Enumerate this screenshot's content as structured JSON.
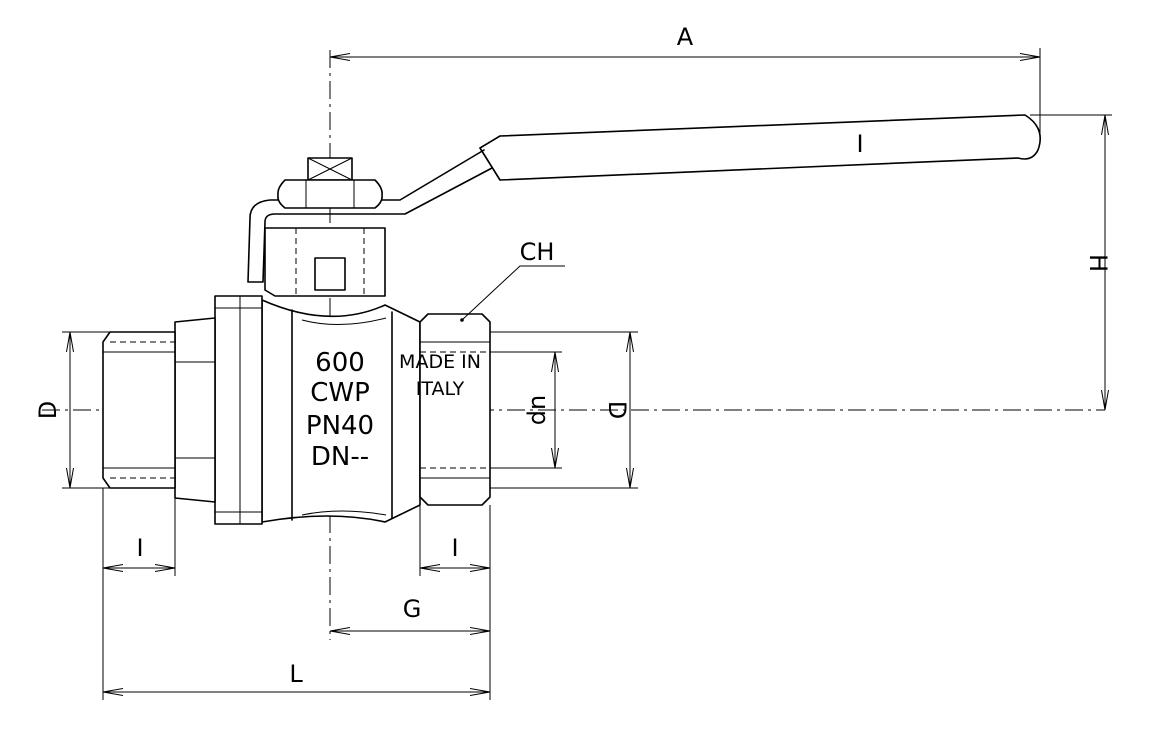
{
  "dimensions": {
    "A": "A",
    "H": "H",
    "CH": "CH",
    "D_left": "D",
    "D_right": "D",
    "dn": "dn",
    "I_lever": "I",
    "I_left": "I",
    "I_right": "I",
    "G": "G",
    "L": "L"
  },
  "body_marking": {
    "line1": "600",
    "line2": "CWP",
    "line3": "PN40",
    "line4": "DN--"
  },
  "nut_marking": {
    "line1": "MADE IN",
    "line2": "ITALY"
  }
}
